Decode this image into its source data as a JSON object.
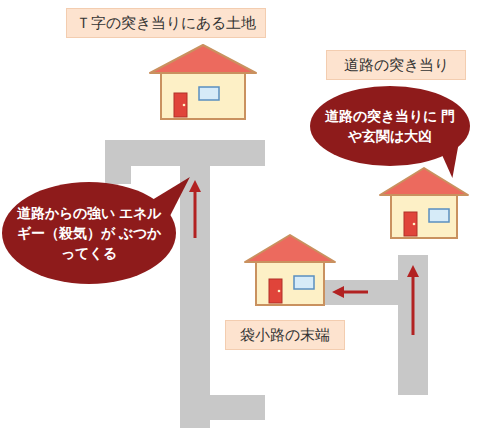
{
  "diagram": {
    "nodes": [
      {
        "text": [
          "Ｔ字の突き当りにある土地"
        ]
      },
      {
        "text": [
          "道路の突き当り"
        ]
      },
      {
        "text": [
          "道路の突き当りに 門や玄関は大凶"
        ]
      },
      {
        "text": [
          "道路からの強い エネルギー（殺気）が ぶつかってくる"
        ]
      },
      {
        "text": [
          "袋小路の末端"
        ]
      }
    ]
  }
}
